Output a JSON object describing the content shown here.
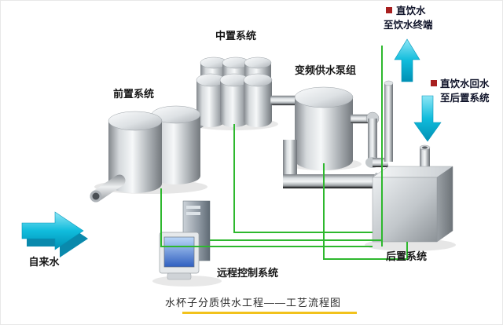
{
  "title": "水杯子分质供水工程——工艺流程图",
  "systems": {
    "front": {
      "label": "前置系统"
    },
    "middle": {
      "label": "中置系统"
    },
    "pump": {
      "label": "变频供水泵组"
    },
    "post": {
      "label": "后置系统"
    },
    "remote": {
      "label": "远程控制系统"
    }
  },
  "flows": {
    "tap_water": {
      "label": "自来水"
    },
    "supply": {
      "line1": "直饮水",
      "line2": "至饮水终端"
    },
    "return": {
      "line1": "直饮水回水",
      "line2": "至后置系统"
    }
  },
  "colors": {
    "arrow_cyan": "#00b4d8",
    "pipe_green": "#2eb82e",
    "bullet_red": "#a81f1f",
    "title_underline": "#f2c21c"
  }
}
